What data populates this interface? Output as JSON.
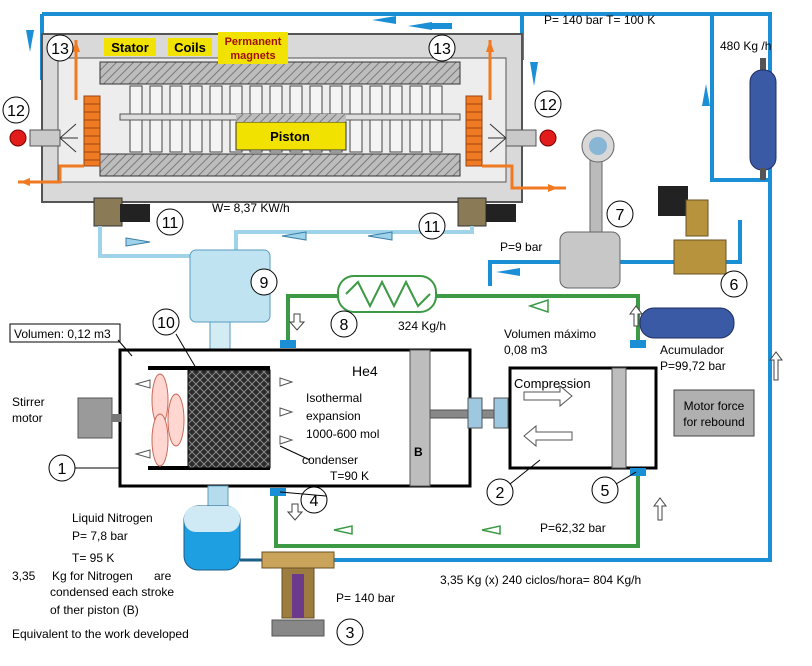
{
  "top_box": {
    "stator": "Stator",
    "coils": "Coils",
    "magnets_line1": "Permanent",
    "magnets_line2": "magnets",
    "piston": "Piston",
    "work": "W= 8,37 KW/h"
  },
  "conditions_top": "P= 140 bar    T= 100 K",
  "flow_right": "480 Kg /h",
  "pressure_9bar": "P=9 bar",
  "flow_324": "324 Kg/h",
  "volumen": "Volumen: 0,12 m3",
  "he4": "He4",
  "isothermal_1": "Isothermal",
  "isothermal_2": "expansion",
  "isothermal_3": "1000-600 mol",
  "condenser": "condenser",
  "temp_90": "T=90 K",
  "b_label": "B",
  "vol_max_1": "Volumen máximo",
  "vol_max_2": "0,08 m3",
  "compression": "Compression",
  "acumulador_1": "Acumulador",
  "acumulador_2": "P=99,72 bar",
  "motor_force_1": "Motor force",
  "motor_force_2": "for rebound",
  "stirrer_1": "Stirrer",
  "stirrer_2": "motor",
  "liquid_nitrogen": "Liquid Nitrogen",
  "p_78": "P= 7,8 bar",
  "t_95": "T= 95 K",
  "nitrogen_1a": "3,35",
  "nitrogen_1b": "Kg for Nitrogen",
  "nitrogen_1c": "are",
  "nitrogen_2": "condensed each stroke",
  "nitrogen_3": "of ther piston (B)",
  "nitrogen_4": "Equivalent to the work developed",
  "p_140_pump": "P= 140 bar",
  "p_6232": "P=62,32 bar",
  "flow_bottom": "3,35 Kg (x) 240 ciclos/hora= 804 Kg/h",
  "numbers": {
    "n1": "1",
    "n2": "2",
    "n3": "3",
    "n4": "4",
    "n5": "5",
    "n6": "6",
    "n7": "7",
    "n8": "8",
    "n9": "9",
    "n10": "10",
    "n11": "11",
    "n12": "12",
    "n13": "13"
  },
  "colors": {
    "pipe_blue": "#1a8fd6",
    "pipe_light": "#9fd3ea",
    "pipe_green": "#3c9a45",
    "label_yellow": "#f2e200",
    "coil_orange": "#f07a22",
    "valve_red": "#e21b1b",
    "cylinder_gray": "#c8c8c8"
  }
}
